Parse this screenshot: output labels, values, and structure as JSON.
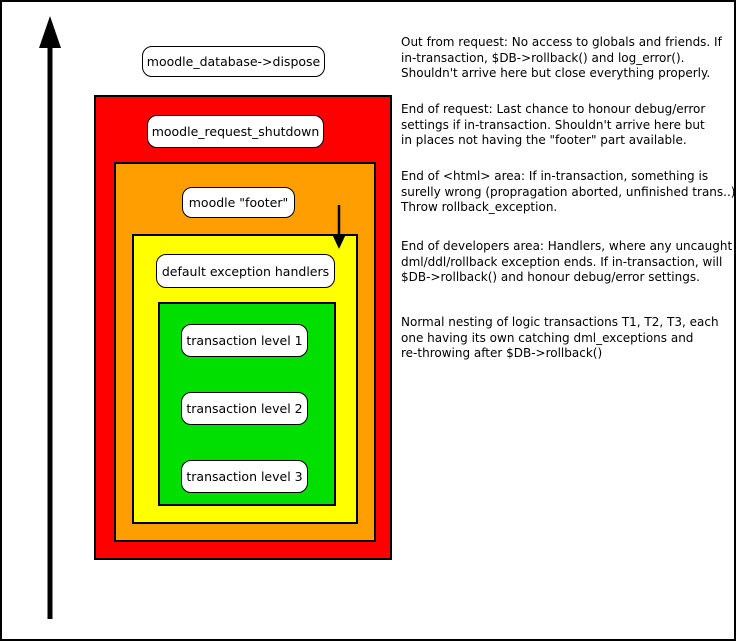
{
  "diagram": {
    "top_label": "moodle_database->dispose",
    "layers": {
      "red": {
        "color": "#ff0000",
        "label": "moodle_request_shutdown"
      },
      "orange": {
        "color": "#ff9e00",
        "label": "moodle \"footer\""
      },
      "yellow": {
        "color": "#ffff00",
        "label": "default exception handlers"
      },
      "green": {
        "color": "#00df00",
        "transactions": [
          "transaction level 1",
          "transaction level 2",
          "transaction level 3"
        ]
      }
    },
    "icons": {
      "up_arrow": "▲",
      "down_arrow": "▼"
    },
    "annotations": [
      "Out from request: No access to globals and friends. If\nin-transaction, $DB->rollback() and log_error().\nShouldn't arrive here but close everything properly.",
      "End of request: Last chance to honour debug/error\nsettings if in-transaction. Shouldn't arrive here but\nin places not having the \"footer\" part available.",
      "End of <html> area: If in-transaction, something is\nsurelly wrong (propragation aborted, unfinished trans..)\nThrow rollback_exception.",
      "End of developers area: Handlers, where any uncaught\ndml/ddl/rollback exception ends. If in-transaction, will\n$DB->rollback() and honour debug/error settings.",
      "Normal nesting of logic transactions T1, T2, T3, each\none having its own catching dml_exceptions and\nre-throwing after $DB->rollback()"
    ]
  }
}
